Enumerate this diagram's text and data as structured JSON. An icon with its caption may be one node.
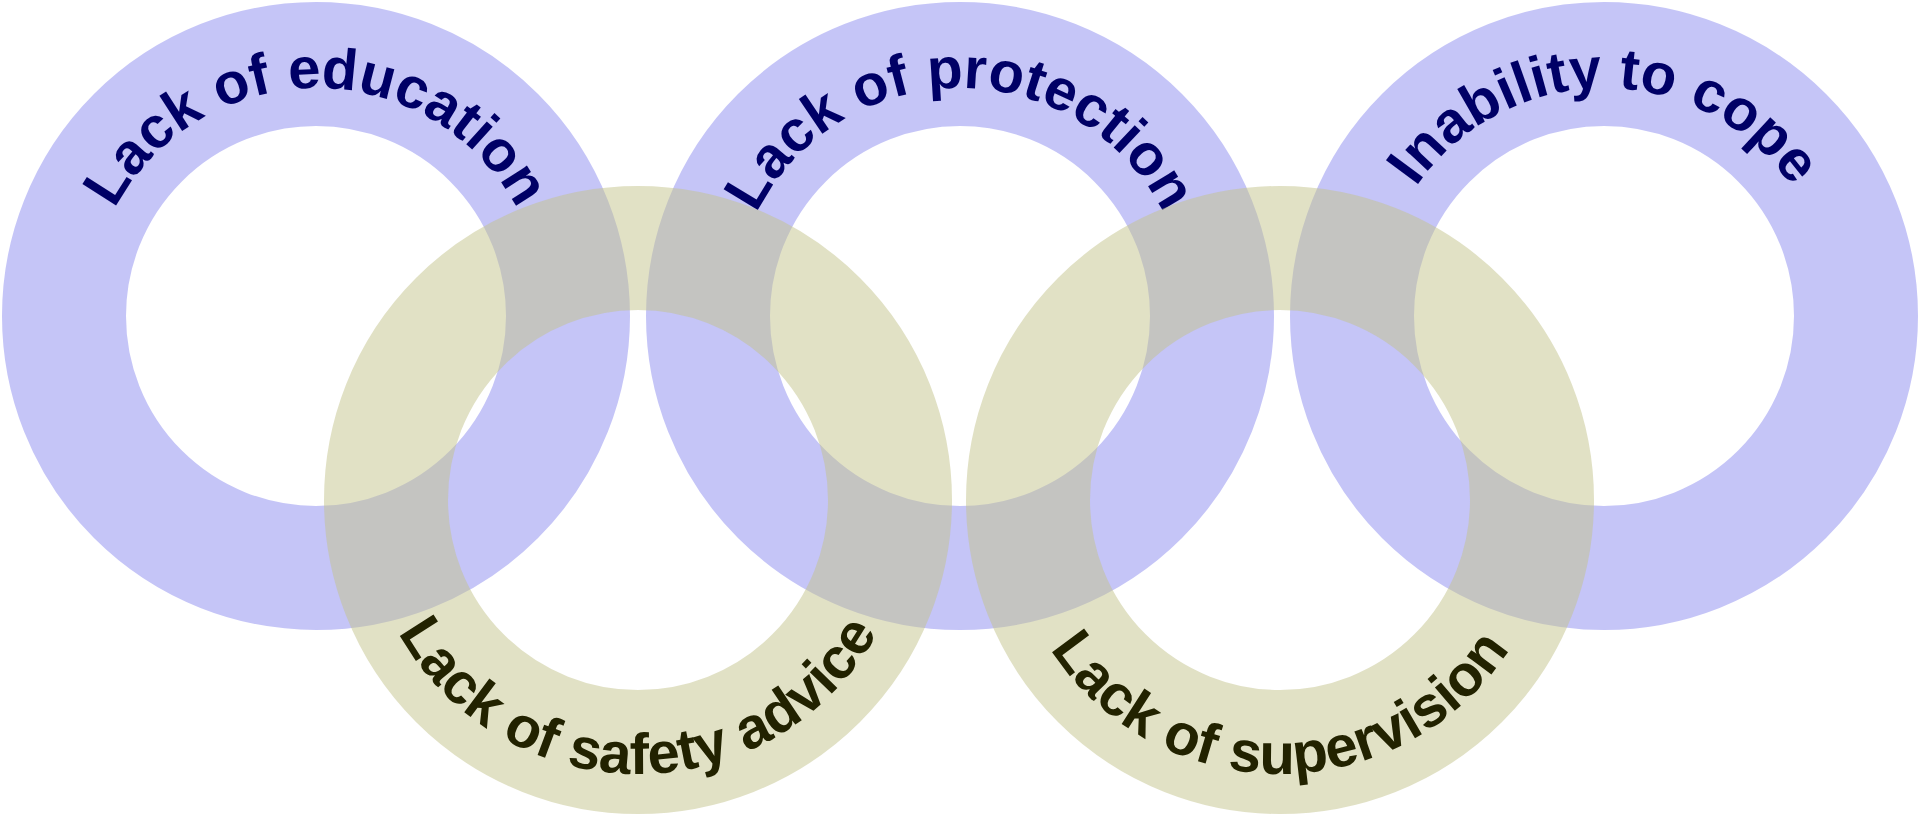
{
  "diagram": {
    "nodes": [
      {
        "text": [
          "Lack of education"
        ]
      },
      {
        "text": [
          "Lack of protection"
        ]
      },
      {
        "text": [
          "Inability to cope"
        ]
      },
      {
        "text": [
          "Lack of safety advice"
        ]
      },
      {
        "text": [
          "Lack of supervision"
        ]
      }
    ]
  }
}
